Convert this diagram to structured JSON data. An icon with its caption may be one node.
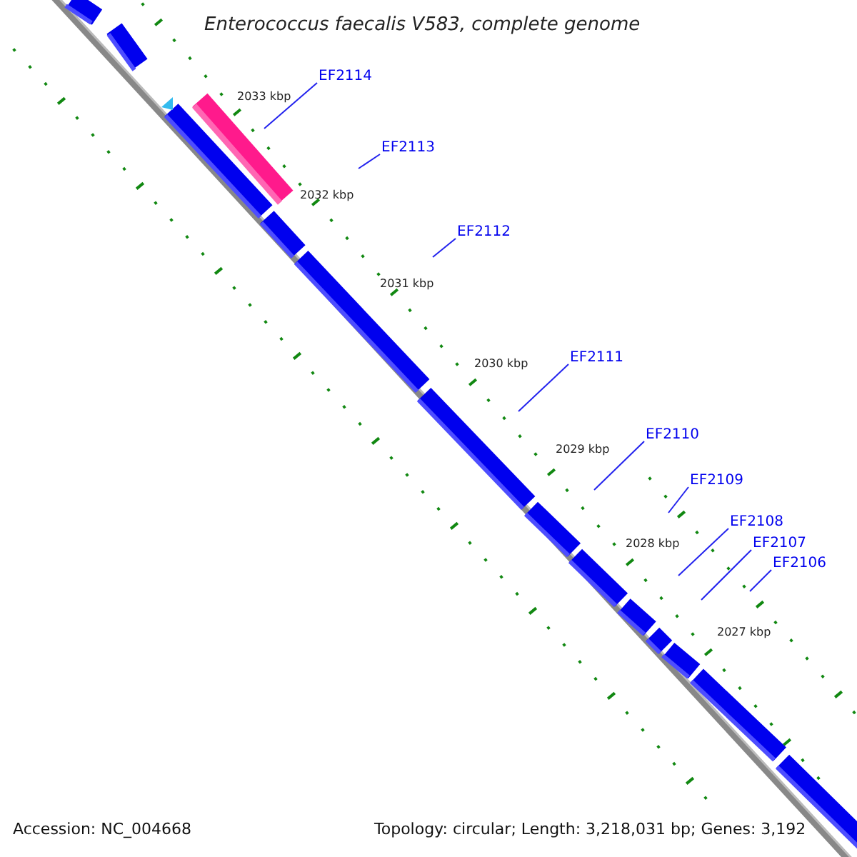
{
  "diagram": {
    "title": "Enterococcus faecalis V583, complete genome",
    "nodes": [
      {
        "text": [
          "EF2114"
        ]
      },
      {
        "text": [
          "EF2113"
        ]
      },
      {
        "text": [
          "EF2112"
        ]
      },
      {
        "text": [
          "EF2111"
        ]
      },
      {
        "text": [
          "EF2110"
        ]
      },
      {
        "text": [
          "EF2109"
        ]
      },
      {
        "text": [
          "EF2108"
        ]
      },
      {
        "text": [
          "EF2107"
        ]
      },
      {
        "text": [
          "EF2106"
        ]
      }
    ],
    "edges": [
      {
        "from": 0,
        "to": null,
        "arrow": "none"
      },
      {
        "from": 1,
        "to": null,
        "arrow": "none"
      },
      {
        "from": 2,
        "to": null,
        "arrow": "none"
      },
      {
        "from": 3,
        "to": null,
        "arrow": "none"
      },
      {
        "from": 4,
        "to": null,
        "arrow": "none"
      },
      {
        "from": 5,
        "to": null,
        "arrow": "none"
      },
      {
        "from": 6,
        "to": null,
        "arrow": "none"
      },
      {
        "from": 7,
        "to": null,
        "arrow": "none"
      },
      {
        "from": 8,
        "to": null,
        "arrow": "none"
      }
    ],
    "labels": [
      "2033 kbp",
      "2032 kbp",
      "2031 kbp",
      "2030 kbp",
      "2029 kbp",
      "2028 kbp",
      "2027 kbp",
      "Accession: NC_004668",
      "Topology: circular; Length: 3,218,031 bp; Genes: 3,192"
    ]
  }
}
